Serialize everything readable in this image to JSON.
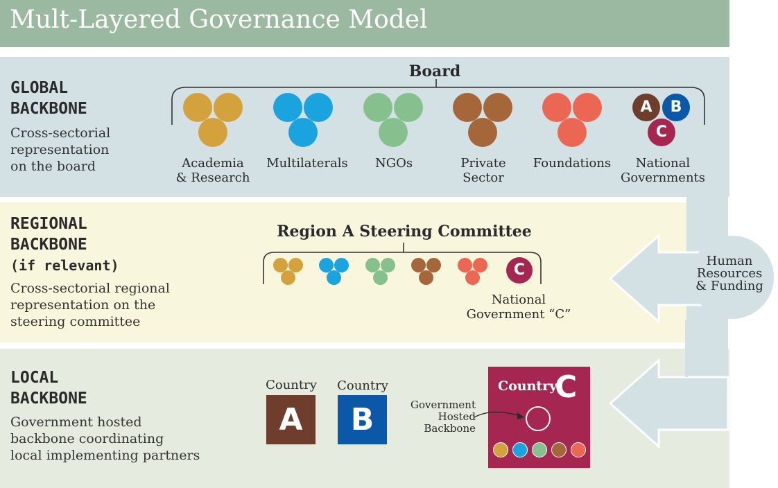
{
  "title": "Mult-Layered Governance Model",
  "colors": {
    "academia": "#d4a23d",
    "multilaterals": "#1aa3df",
    "ngos": "#86c08e",
    "private": "#a5663a",
    "foundations": "#ec6654",
    "gov_a": "#6e3d2b",
    "gov_b": "#0b57a8",
    "gov_c": "#a52651"
  },
  "global": {
    "heading_line1": "GLOBAL",
    "heading_line2": "BACKBONE",
    "desc_line1": "Cross-sectorial",
    "desc_line2": "representation",
    "desc_line3": "on the board",
    "board_label": "Board",
    "groups": [
      {
        "line1": "Academia",
        "line2": "& Research"
      },
      {
        "line1": "Multilaterals",
        "line2": ""
      },
      {
        "line1": "NGOs",
        "line2": ""
      },
      {
        "line1": "Private",
        "line2": "Sector"
      },
      {
        "line1": "Foundations",
        "line2": ""
      },
      {
        "line1": "National",
        "line2": "Governments"
      }
    ],
    "gov_letters": [
      "A",
      "B",
      "C"
    ]
  },
  "regional": {
    "heading_line1": "REGIONAL",
    "heading_line2": "BACKBONE",
    "heading_line3": "(if relevant)",
    "desc_line1": "Cross-sectorial regional",
    "desc_line2": "representation on the",
    "desc_line3": "steering committee",
    "committee_label": "Region A Steering Committee",
    "gov_letter": "C",
    "gov_label_line1": "National",
    "gov_label_line2": "Government “C”"
  },
  "local": {
    "heading_line1": "LOCAL",
    "heading_line2": "BACKBONE",
    "desc_line1": "Government hosted",
    "desc_line2": "backbone coordinating",
    "desc_line3": "local implementing partners",
    "country_a_label": "Country",
    "country_a_letter": "A",
    "country_b_label": "Country",
    "country_b_letter": "B",
    "country_c_label": "Country",
    "country_c_letter": "C",
    "hosted_line1": "Government",
    "hosted_line2": "Hosted",
    "hosted_line3": "Backbone"
  },
  "arrow": {
    "line1": "Human",
    "line2": "Resources",
    "line3": "& Funding"
  }
}
